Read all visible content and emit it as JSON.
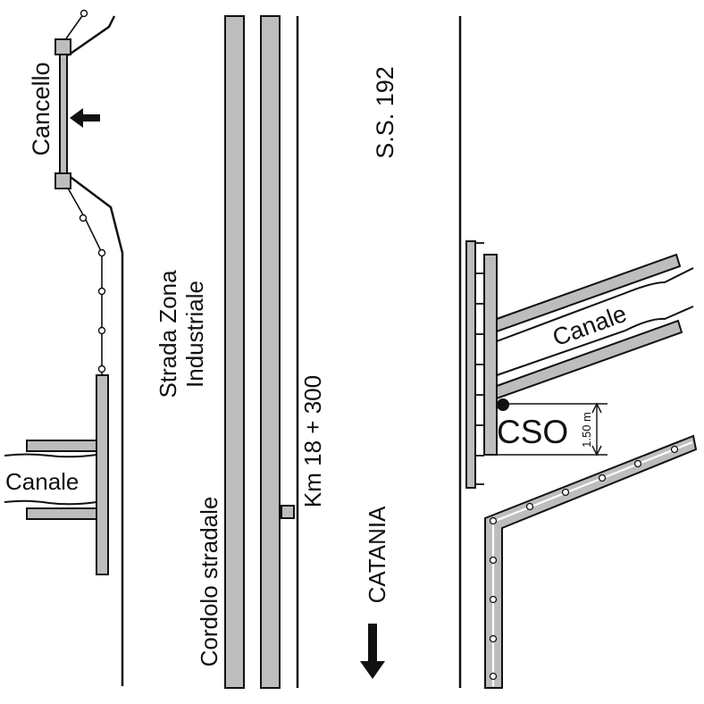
{
  "labels": {
    "gate": "Cancello",
    "canal_left": "Canale",
    "road_name_line1": "Strada Zona",
    "road_name_line2": "Industriale",
    "curb": "Cordolo stradale",
    "km": "Km 18 + 300",
    "highway": "S.S. 192",
    "direction": "CATANIA",
    "canal_right": "Canale",
    "cso": "CSO",
    "dimension": "1.50 m"
  },
  "colors": {
    "fill_gray": "#bdbdbd",
    "stroke": "#111111",
    "background": "#ffffff"
  },
  "icons": {
    "gate_arrow": "arrow-left-icon",
    "direction_arrow": "arrow-down-icon"
  }
}
